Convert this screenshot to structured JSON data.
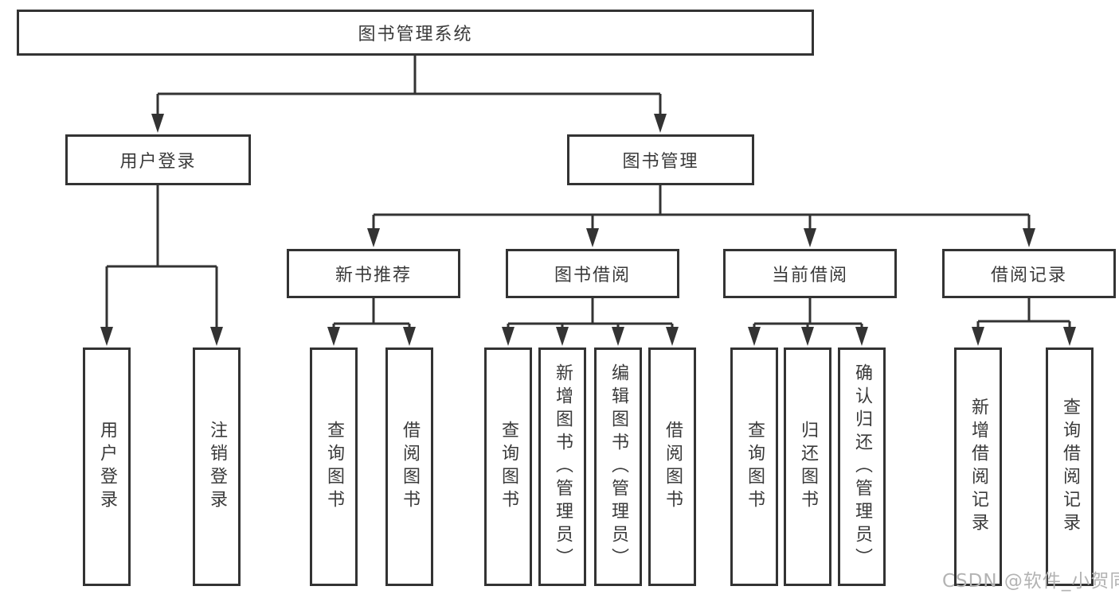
{
  "theme": {
    "line_color": "#333333",
    "text_color": "#3a3a3a",
    "watermark_color": "#b3b3b3",
    "bg_color": "#ffffff"
  },
  "tree": {
    "root": {
      "label": "图书管理系统"
    },
    "branches": [
      {
        "label": "用户登录",
        "leaves": [
          {
            "label": "用户登录"
          },
          {
            "label": "注销登录"
          }
        ]
      },
      {
        "label": "图书管理",
        "groups": [
          {
            "label": "新书推荐",
            "leaves": [
              {
                "label": "查询图书"
              },
              {
                "label": "借阅图书"
              }
            ]
          },
          {
            "label": "图书借阅",
            "leaves": [
              {
                "label": "查询图书"
              },
              {
                "label": "新增图书（管理员）"
              },
              {
                "label": "编辑图书（管理员）"
              },
              {
                "label": "借阅图书"
              }
            ]
          },
          {
            "label": "当前借阅",
            "leaves": [
              {
                "label": "查询图书"
              },
              {
                "label": "归还图书"
              },
              {
                "label": "确认归还（管理员）"
              }
            ]
          },
          {
            "label": "借阅记录",
            "leaves": [
              {
                "label": "新增借阅记录"
              },
              {
                "label": "查询借阅记录"
              }
            ]
          }
        ]
      }
    ]
  },
  "watermark": {
    "text": "CSDN @软件_小贺同学"
  }
}
